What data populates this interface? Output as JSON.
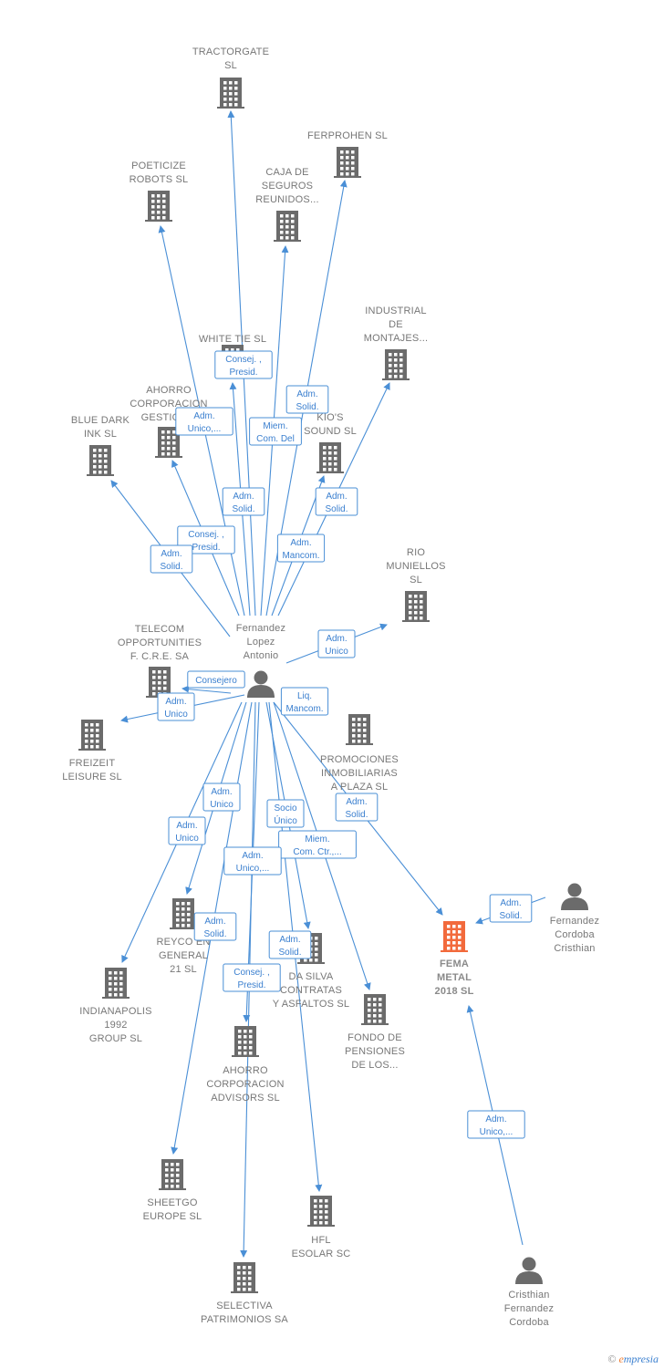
{
  "colors": {
    "edge": "#4a8fd6",
    "node": "#6b6b6b",
    "focus": "#f26a3c",
    "label": "#777777"
  },
  "people": [
    {
      "id": "fla",
      "lines": [
        "Fernandez",
        "Lopez",
        "Antonio"
      ]
    },
    {
      "id": "fcc",
      "lines": [
        "Fernandez",
        "Cordoba",
        "Cristhian"
      ]
    },
    {
      "id": "cfc",
      "lines": [
        "Cristhian",
        "Fernandez",
        "Cordoba"
      ]
    }
  ],
  "companies": [
    {
      "id": "tractorgate",
      "lines": [
        "TRACTORGATE",
        "SL"
      ]
    },
    {
      "id": "ferprohen",
      "lines": [
        "FERPROHEN SL"
      ]
    },
    {
      "id": "poeticize",
      "lines": [
        "POETICIZE",
        "ROBOTS  SL"
      ]
    },
    {
      "id": "caja",
      "lines": [
        "CAJA DE",
        "SEGUROS",
        "REUNIDOS..."
      ]
    },
    {
      "id": "industrial",
      "lines": [
        "INDUSTRIAL",
        "DE",
        "MONTAJES..."
      ]
    },
    {
      "id": "whitetie",
      "lines": [
        "WHITE TIE  SL"
      ]
    },
    {
      "id": "ahorrogestion",
      "lines": [
        "AHORRO",
        "CORPORACION",
        "GESTION..."
      ]
    },
    {
      "id": "bluedark",
      "lines": [
        "BLUE DARK",
        "INK SL"
      ]
    },
    {
      "id": "kios",
      "lines": [
        "KIO'S",
        "SOUND  SL"
      ]
    },
    {
      "id": "rio",
      "lines": [
        "RIO",
        "MUNIELLOS",
        "SL"
      ]
    },
    {
      "id": "telecom",
      "lines": [
        "TELECOM",
        "OPPORTUNITIES",
        "F. C.R.E. SA"
      ]
    },
    {
      "id": "freizeit",
      "lines": [
        "FREIZEIT",
        "LEISURE SL"
      ]
    },
    {
      "id": "promociones",
      "lines": [
        "PROMOCIONES",
        "INMOBILIARIAS",
        "A PLAZA  SL"
      ]
    },
    {
      "id": "fema",
      "lines": [
        "FEMA",
        "METAL",
        "2018  SL"
      ],
      "focus": true
    },
    {
      "id": "reyco",
      "lines": [
        "REYCO EN",
        "GENERAL",
        "21  SL"
      ]
    },
    {
      "id": "dasilva",
      "lines": [
        "DA SILVA",
        "CONTRATAS",
        "Y ASFALTOS SL"
      ]
    },
    {
      "id": "indianapolis",
      "lines": [
        "INDIANAPOLIS",
        "1992",
        "GROUP  SL"
      ]
    },
    {
      "id": "fondo",
      "lines": [
        "FONDO DE",
        "PENSIONES",
        "DE LOS..."
      ]
    },
    {
      "id": "ahorroadvisors",
      "lines": [
        "AHORRO",
        "CORPORACION",
        "ADVISORS  SL"
      ]
    },
    {
      "id": "sheetgo",
      "lines": [
        "SHEETGO",
        "EUROPE  SL"
      ]
    },
    {
      "id": "hfl",
      "lines": [
        "HFL",
        "ESOLAR SC"
      ]
    },
    {
      "id": "selectiva",
      "lines": [
        "SELECTIVA",
        "PATRIMONIOS SA"
      ]
    }
  ],
  "relations": [
    {
      "id": "r_whitetie",
      "lines": [
        "Consej. ,",
        "Presid."
      ]
    },
    {
      "id": "r_ferprohen",
      "lines": [
        "Adm.",
        "Solid."
      ]
    },
    {
      "id": "r_ahorrogestion",
      "lines": [
        "Adm.",
        "Unico,..."
      ]
    },
    {
      "id": "r_caja",
      "lines": [
        "Miem.",
        "Com. Del"
      ]
    },
    {
      "id": "r_tractorgate",
      "lines": [
        "Adm.",
        "Solid."
      ]
    },
    {
      "id": "r_kios",
      "lines": [
        "Adm.",
        "Solid."
      ]
    },
    {
      "id": "r_poeticize",
      "lines": [
        "Consej. ,",
        "Presid."
      ]
    },
    {
      "id": "r_industrial",
      "lines": [
        "Adm.",
        "Mancom."
      ]
    },
    {
      "id": "r_bluedark",
      "lines": [
        "Adm.",
        "Solid."
      ]
    },
    {
      "id": "r_rio",
      "lines": [
        "Adm.",
        "Unico"
      ]
    },
    {
      "id": "r_telecom",
      "lines": [
        "Consejero"
      ]
    },
    {
      "id": "r_freizeit",
      "lines": [
        "Adm.",
        "Unico"
      ]
    },
    {
      "id": "r_promociones",
      "lines": [
        "Liq.",
        "Mancom."
      ]
    },
    {
      "id": "r_reyco",
      "lines": [
        "Adm.",
        "Unico"
      ]
    },
    {
      "id": "r_indianapolis",
      "lines": [
        "Adm.",
        "Unico"
      ]
    },
    {
      "id": "r_dasilva",
      "lines": [
        "Socio",
        "Único"
      ]
    },
    {
      "id": "r_fondo",
      "lines": [
        "Miem.",
        "Com. Ctr.,..."
      ]
    },
    {
      "id": "r_fema",
      "lines": [
        "Adm.",
        "Solid."
      ]
    },
    {
      "id": "r_sheetgo",
      "lines": [
        "Adm.",
        "Unico,..."
      ]
    },
    {
      "id": "r_selectiva",
      "lines": [
        "Adm.",
        "Solid."
      ]
    },
    {
      "id": "r_hfl",
      "lines": [
        "Adm.",
        "Solid."
      ]
    },
    {
      "id": "r_ahorroadvisors",
      "lines": [
        "Consej. ,",
        "Presid."
      ]
    },
    {
      "id": "r_fcc_fema",
      "lines": [
        "Adm.",
        "Solid."
      ]
    },
    {
      "id": "r_cfc_fema",
      "lines": [
        "Adm.",
        "Unico,..."
      ]
    }
  ],
  "footer": {
    "copyright": "©",
    "brand_initial": "e",
    "brand_rest": "mpresia"
  }
}
